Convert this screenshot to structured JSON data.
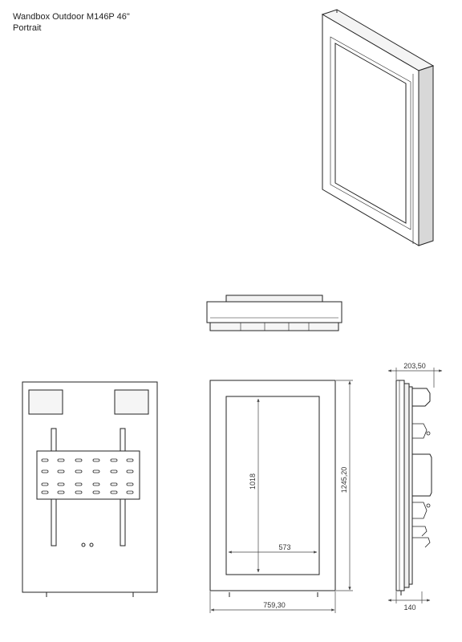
{
  "title": {
    "line1": "Wandbox Outdoor M146P 46\"",
    "line2": "Portrait"
  },
  "dimensions": {
    "inner_height": "1018",
    "inner_width": "573",
    "outer_height": "1245,20",
    "outer_width": "759,30",
    "depth_top": "203,50",
    "depth_bottom": "140"
  }
}
